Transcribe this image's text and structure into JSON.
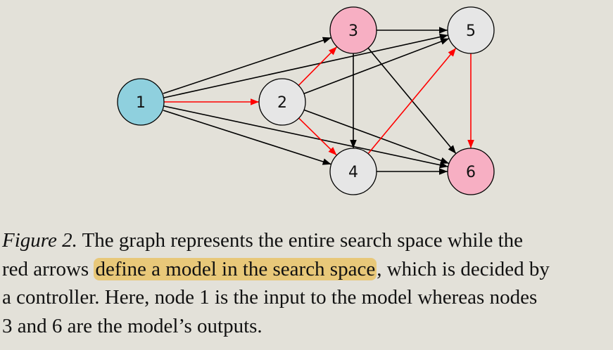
{
  "figure": {
    "nodes": [
      {
        "id": "1",
        "label": "1",
        "fill": "#8fd0de"
      },
      {
        "id": "2",
        "label": "2",
        "fill": "#e6e6e6"
      },
      {
        "id": "3",
        "label": "3",
        "fill": "#f7afc3"
      },
      {
        "id": "4",
        "label": "4",
        "fill": "#e6e6e6"
      },
      {
        "id": "5",
        "label": "5",
        "fill": "#e6e6e6"
      },
      {
        "id": "6",
        "label": "6",
        "fill": "#f7afc3"
      }
    ],
    "edges": [
      {
        "from": "1",
        "to": "2",
        "color": "red"
      },
      {
        "from": "1",
        "to": "3",
        "color": "black"
      },
      {
        "from": "1",
        "to": "4",
        "color": "black"
      },
      {
        "from": "1",
        "to": "5",
        "color": "black"
      },
      {
        "from": "1",
        "to": "6",
        "color": "black"
      },
      {
        "from": "2",
        "to": "3",
        "color": "red"
      },
      {
        "from": "2",
        "to": "4",
        "color": "red"
      },
      {
        "from": "2",
        "to": "5",
        "color": "black"
      },
      {
        "from": "2",
        "to": "6",
        "color": "black"
      },
      {
        "from": "3",
        "to": "4",
        "color": "black"
      },
      {
        "from": "3",
        "to": "5",
        "color": "black"
      },
      {
        "from": "3",
        "to": "6",
        "color": "black"
      },
      {
        "from": "4",
        "to": "5",
        "color": "red"
      },
      {
        "from": "4",
        "to": "6",
        "color": "black"
      },
      {
        "from": "5",
        "to": "6",
        "color": "red"
      }
    ],
    "colors": {
      "red_edge": "#ff0000",
      "black_edge": "#000000",
      "node_stroke": "#000000",
      "highlight": "#e8c879",
      "background": "#e3e1d9"
    }
  },
  "caption": {
    "label": "Figure 2.",
    "line1": "The graph represents the entire search space while the",
    "line2_pre": "red arrows ",
    "line2_highlight": "define a model in the search space",
    "line2_post": ", which is decided by",
    "line3": "a controller. Here, node 1 is the input to the model whereas nodes",
    "line4": "3 and 6 are the model’s outputs."
  }
}
